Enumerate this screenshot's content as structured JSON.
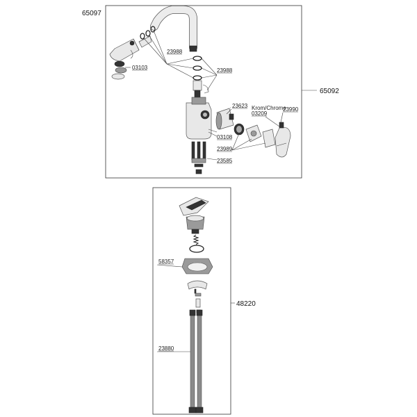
{
  "title": "",
  "assemblies": {
    "top": {
      "ref": "65097",
      "label": "65092"
    },
    "bottom": {
      "label": "48220"
    }
  },
  "parts": {
    "p23988a": "23988",
    "p03103": "03103",
    "p23988b": "23988",
    "p23623": "23623",
    "p_krom": "Krom/Chrome",
    "p03209": "03209",
    "p23990": "23990",
    "p03108": "03108",
    "p23989": "23989",
    "p23585": "23585",
    "p58357": "58357",
    "p23880": "23880"
  }
}
